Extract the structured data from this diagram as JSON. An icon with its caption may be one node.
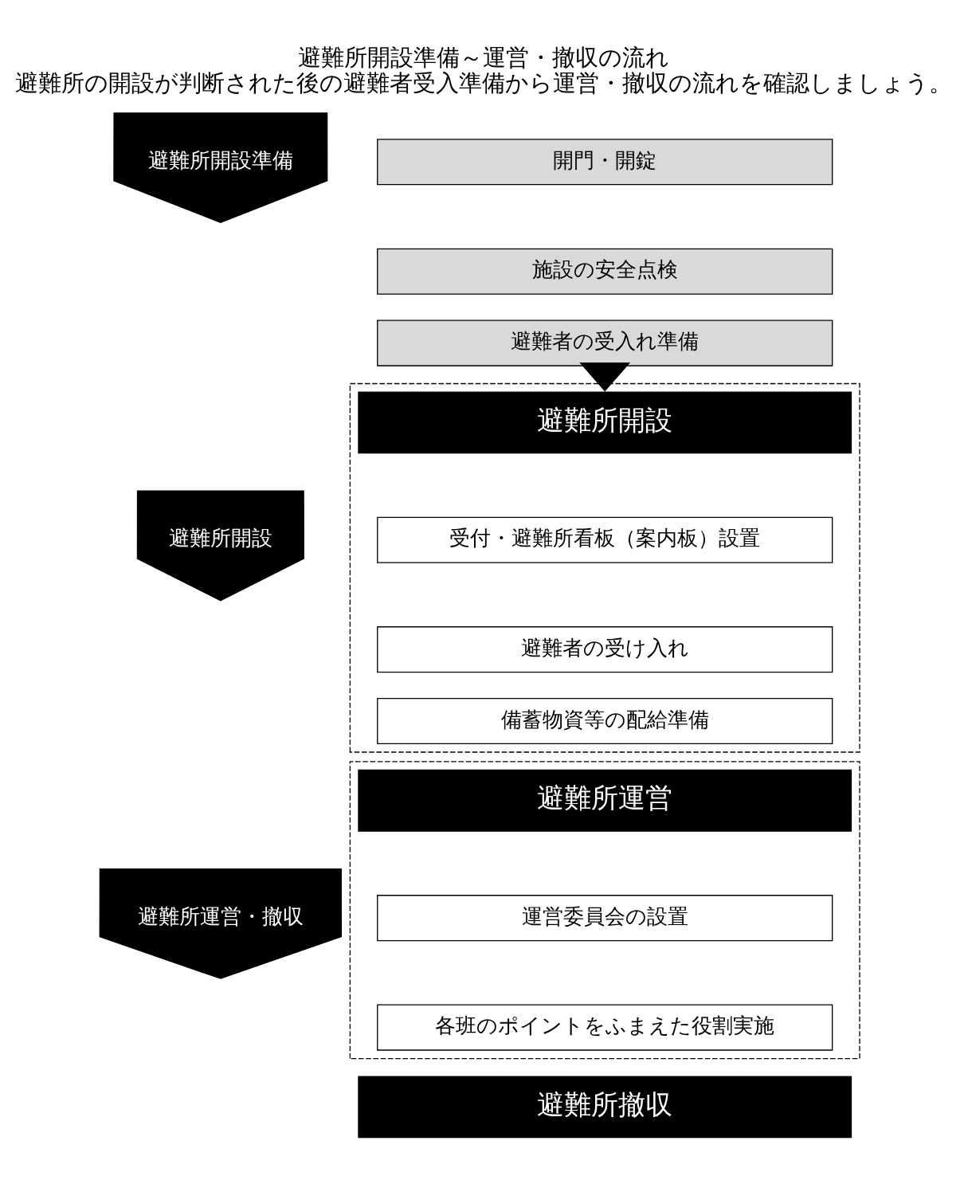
{
  "diagram": {
    "title": "避難所開設準備～運営・撤収の流れ",
    "caption": "避難所の開設が判断された後の避難者受入準備から運営・撤収の流れを確認しましょう。",
    "nodes": [
      {
        "text": [
          "避難所開設準備"
        ]
      },
      {
        "text": [
          "開門・開錠"
        ]
      },
      {
        "text": [
          "施設の安全点検"
        ]
      },
      {
        "text": [
          "避難者の受入れ準備"
        ]
      },
      {
        "text": [
          "避難所開設"
        ]
      },
      {
        "text": [],
        "shape": "box"
      },
      {
        "text": [
          "避難所開設"
        ],
        "in": 5
      },
      {
        "text": [
          "受付・避難所看板（案内板）設置"
        ],
        "in": 5
      },
      {
        "text": [
          "避難者の受け入れ"
        ],
        "in": 5
      },
      {
        "text": [
          "備蓄物資等の配給準備"
        ],
        "in": 5
      },
      {
        "text": [
          "避難所運営・撤収"
        ]
      },
      {
        "text": [],
        "shape": "box"
      },
      {
        "text": [
          "避難所運営"
        ],
        "in": 11
      },
      {
        "text": [
          "運営委員会の設置"
        ],
        "in": 11
      },
      {
        "text": [
          "各班のポイントをふまえた役割実施"
        ],
        "in": 11
      },
      {
        "text": [
          "避難所撤収"
        ]
      }
    ],
    "edges": [
      {
        "from": 3,
        "to": 5,
        "arrow": "to",
        "style": "thick"
      }
    ]
  }
}
